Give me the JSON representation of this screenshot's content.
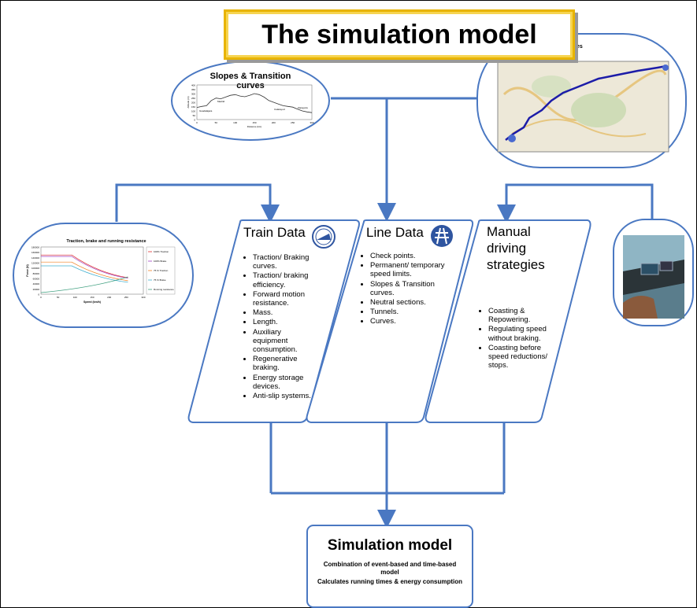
{
  "title": "The simulation model",
  "slopes": {
    "caption": "Slopes & Transition curves",
    "ylabel": "Altitude (m)",
    "xlabel": "Distance (km)",
    "y_ticks": [
      "400",
      "350",
      "300",
      "250",
      "200",
      "150",
      "100",
      "50",
      "0"
    ],
    "x_ticks": [
      "0",
      "50",
      "100",
      "150",
      "200",
      "250",
      "300"
    ],
    "annotations": [
      "Guadalajara",
      "Madrid",
      "Calatayud",
      "Zaragoza"
    ]
  },
  "map": {
    "partial_label": "es"
  },
  "traction": {
    "caption": "Traction, brake and running resistance",
    "ylabel": "Force (N)",
    "xlabel": "Speed (km/h)",
    "y_ticks": [
      "180000",
      "160000",
      "140000",
      "120000",
      "100000",
      "80000",
      "60000",
      "40000",
      "20000",
      "0"
    ],
    "x_ticks": [
      "0",
      "50",
      "100",
      "150",
      "200",
      "250",
      "300"
    ],
    "legend": [
      "100% Traction",
      "100% Brake",
      "75 % Traction",
      "75 % Brake",
      "Running resistance"
    ]
  },
  "train": {
    "title": "Train Data",
    "items": [
      "Traction/ Braking curves.",
      "Traction/ braking efficiency.",
      "Forward motion resistance.",
      "Mass.",
      "Length.",
      "Auxiliary equipment consumption.",
      "Regenerative braking.",
      "Energy storage devices.",
      "Anti-slip systems."
    ]
  },
  "line": {
    "title": "Line Data",
    "items": [
      "Check points.",
      "Permanent/ temporary speed limits.",
      "Slopes & Transition curves.",
      "Neutral sections.",
      "Tunnels.",
      "Curves."
    ]
  },
  "manual": {
    "title": "Manual driving strategies",
    "items": [
      "Coasting & Repowering.",
      "Regulating speed without braking.",
      "Coasting before speed reductions/ stops."
    ]
  },
  "sim": {
    "title": "Simulation model",
    "line1": "Combination of event-based and time-based model",
    "line2": "Calculates running times & energy consumption"
  },
  "colors": {
    "connector": "#4a78c2",
    "title_border": "#e8b400"
  }
}
